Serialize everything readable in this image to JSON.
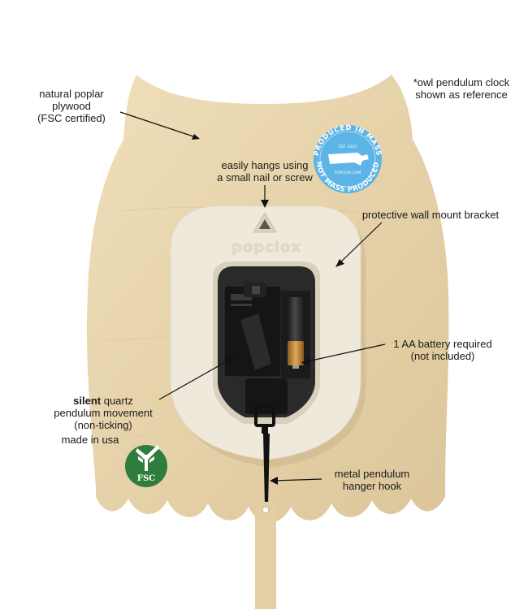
{
  "labels": {
    "plywood": [
      "natural poplar",
      "plywood",
      "(FSC certified)"
    ],
    "reference": [
      "*owl pendulum clock",
      "shown as reference"
    ],
    "hangs": [
      "easily hangs using",
      "a small nail or screw"
    ],
    "bracket": "protective wall mount bracket",
    "battery": [
      "1 AA battery required",
      "(not included)"
    ],
    "movement": {
      "bold_word": "silent",
      "rest_line1": " quartz",
      "line2": "pendulum movement",
      "line3": "(non-ticking)"
    },
    "made_in": "made in usa",
    "hook": [
      "metal pendulum",
      "hanger hook"
    ]
  },
  "bracket_logo": "popclox",
  "badge": {
    "top": "PRODUCED IN MASS",
    "est": "EST. 2010",
    "url": "POPCLOX.COM",
    "bottom": "NOT MASS PRODUCED",
    "color": "#5db4e6"
  },
  "fsc": {
    "text": "FSC",
    "color": "#2f7d3c"
  },
  "colors": {
    "wood": "#e8d5ae",
    "bracket": "#efe9dc",
    "battery_gold": "#c98a3a"
  }
}
